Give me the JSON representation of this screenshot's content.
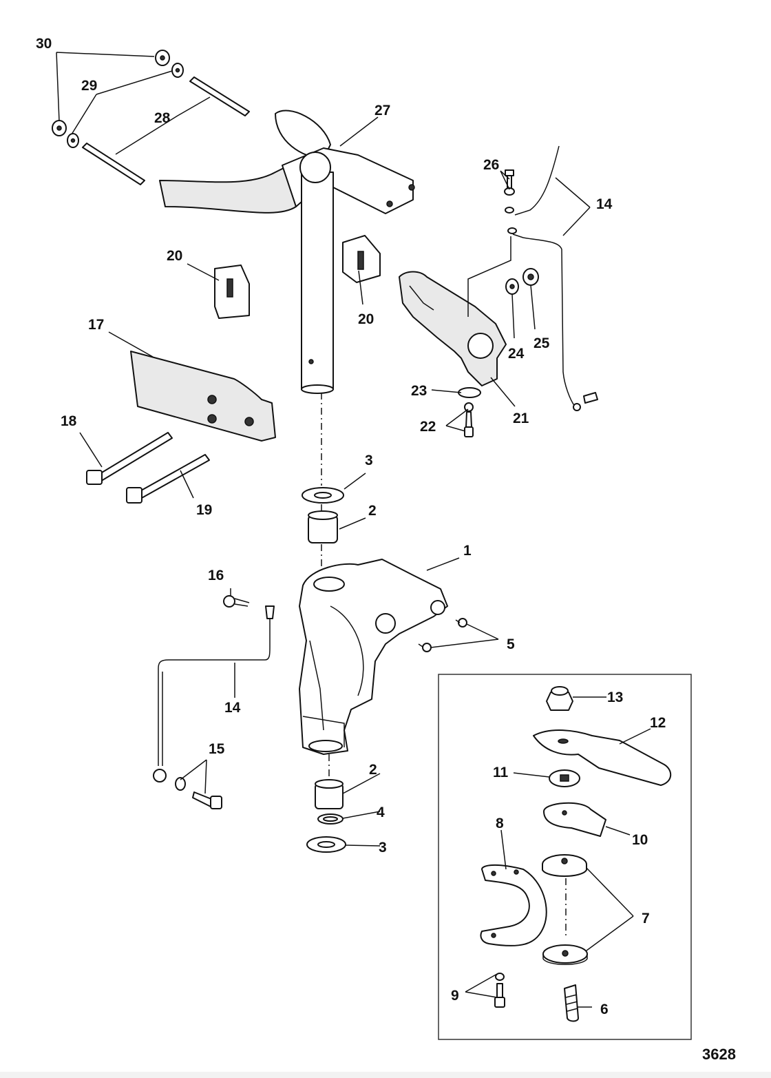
{
  "figure_number": "3628",
  "callouts": [
    "1",
    "2",
    "2",
    "3",
    "3",
    "4",
    "5",
    "6",
    "7",
    "8",
    "9",
    "10",
    "11",
    "12",
    "13",
    "14",
    "14",
    "15",
    "16",
    "17",
    "18",
    "19",
    "20",
    "20",
    "21",
    "22",
    "23",
    "24",
    "25",
    "26",
    "27",
    "28",
    "29",
    "30"
  ]
}
